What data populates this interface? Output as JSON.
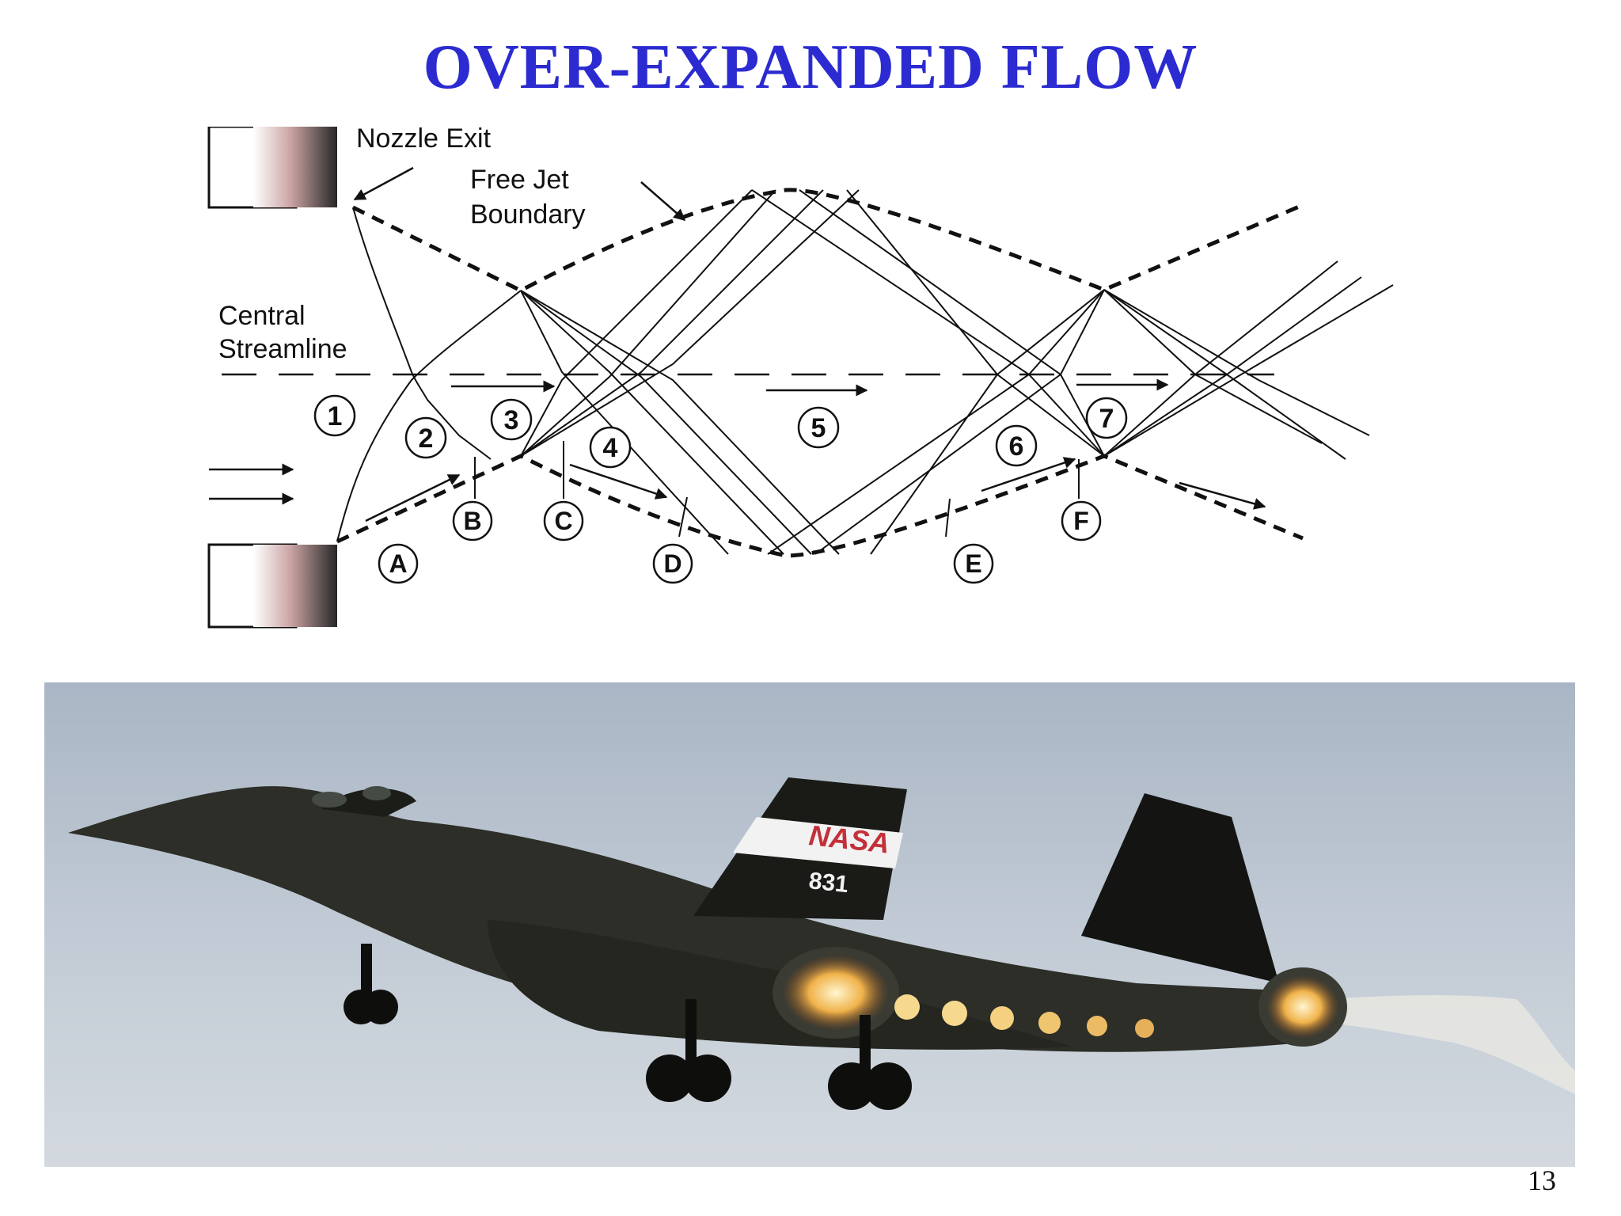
{
  "slide": {
    "title": "OVER-EXPANDED FLOW",
    "page_number": "13"
  },
  "diagram": {
    "labels": {
      "nozzle_exit": "Nozzle Exit",
      "free_jet_line1": "Free Jet",
      "free_jet_line2": "Boundary",
      "central_line1": "Central",
      "central_line2": "Streamline"
    },
    "regions": [
      "1",
      "2",
      "3",
      "4",
      "5",
      "6",
      "7"
    ],
    "points": [
      "A",
      "B",
      "C",
      "D",
      "E",
      "F"
    ]
  },
  "photo": {
    "tail_logo": "NASA",
    "tail_number": "831"
  }
}
